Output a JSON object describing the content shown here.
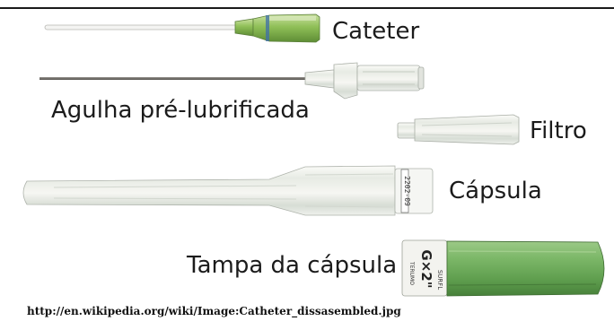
{
  "labels": {
    "catheter": "Cateter",
    "needle": "Agulha pré-lubrificada",
    "filter": "Filtro",
    "capsule": "Cápsula",
    "capsule_cap": "Tampa da cápsula"
  },
  "capsule_print": "2202-09",
  "cap_print": {
    "size": "G×2\"",
    "brand": "TERUMO",
    "line": "SURFL"
  },
  "source_url": "http://en.wikipedia.org/wiki/Image:Catheter_dissasembled.jpg",
  "colors": {
    "catheter_hub_green": "#7fb04a",
    "cap_green": "#6fa95a",
    "needle_gray": "#6e6a66",
    "plastic_clear": "#e9ece8"
  }
}
